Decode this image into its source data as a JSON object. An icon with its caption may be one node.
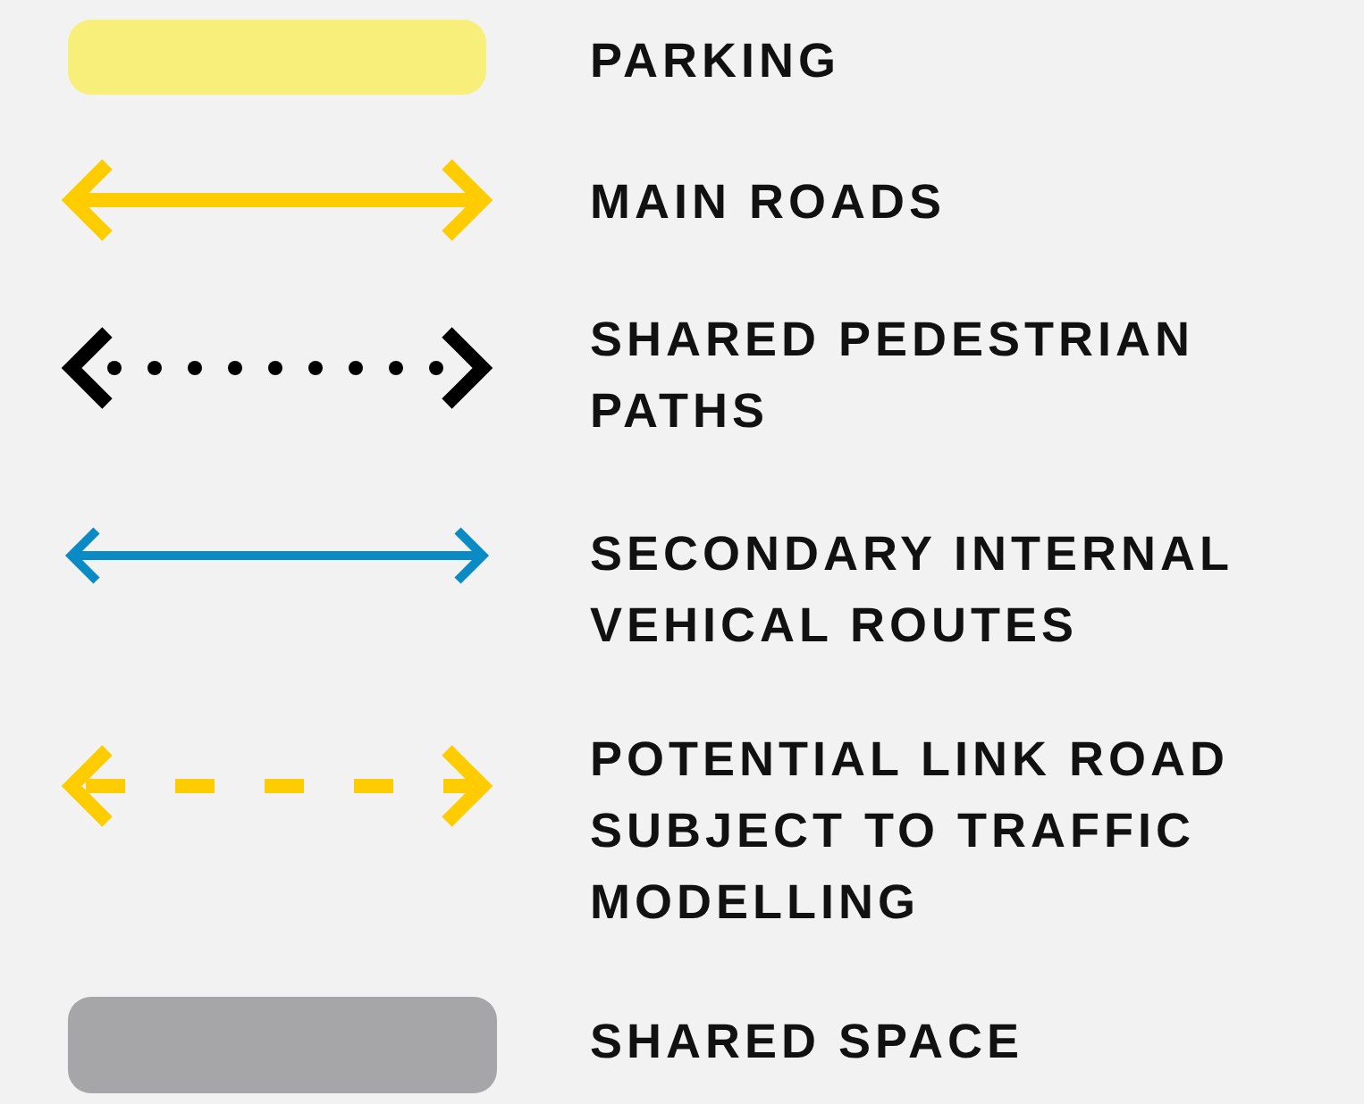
{
  "diagram": {
    "legend": [
      {
        "text": "PARKING",
        "color": "#f8ef7b"
      },
      {
        "text": "MAIN ROADS"
      },
      {
        "text": "SHARED PEDESTRIAN PATHS"
      },
      {
        "text": "SECONDARY INTERNAL VEHICAL ROUTES"
      },
      {
        "text": "POTENTIAL LINK ROAD SUBJECT TO TRAFFIC MODELLING"
      },
      {
        "text": "SHARED SPACE",
        "color": "#a6a6a8"
      }
    ]
  }
}
